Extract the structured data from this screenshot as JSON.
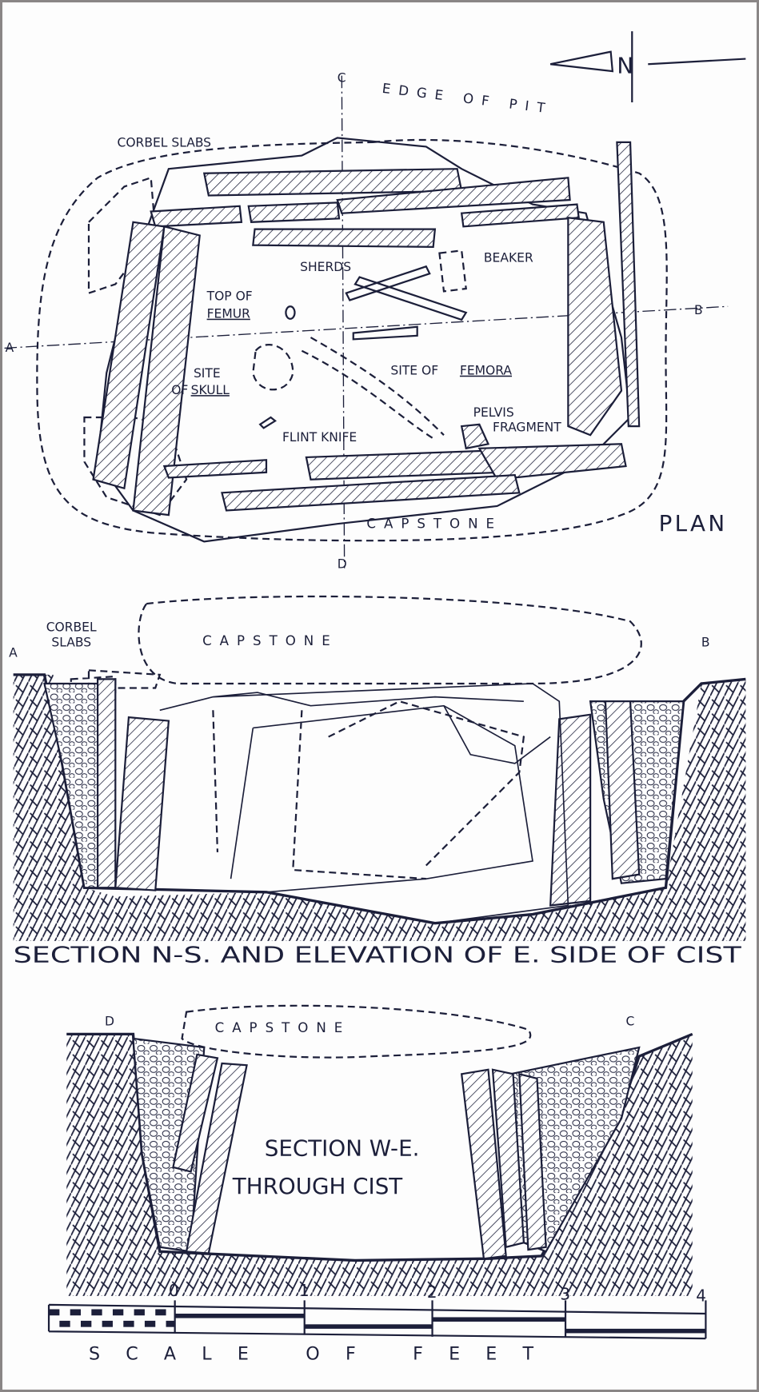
{
  "plan": {
    "title": "PLAN",
    "north": "N",
    "edge_of_pit": "EDGE OF PIT",
    "axis_a": "A",
    "axis_b": "B",
    "axis_c": "C",
    "axis_d": "D",
    "labels": {
      "corbel_slabs": "CORBEL SLABS",
      "sherds": "SHERDS",
      "top_of": "TOP OF",
      "femur": "FEMUR",
      "beaker": "BEAKER",
      "site": "SITE",
      "of": "OF",
      "skull": "SKULL",
      "site_of": "SITE OF",
      "femora": "FEMORA",
      "flint_knife": "FLINT KNIFE",
      "pelvis": "PELVIS",
      "fragment": "FRAGMENT",
      "capstone": "CAPSTONE"
    }
  },
  "section_ns": {
    "title": "SECTION N-S. AND ELEVATION OF E. SIDE OF CIST",
    "corbel": "CORBEL",
    "slabs": "SLABS",
    "capstone": "CAPSTONE",
    "axis_a": "A",
    "axis_b": "B"
  },
  "section_we": {
    "title_line1": "SECTION W-E.",
    "title_line2": "THROUGH CIST",
    "capstone": "CAPSTONE",
    "axis_d": "D",
    "axis_c": "C"
  },
  "scale": {
    "title": "SCALE OF FEET",
    "ticks": [
      "0",
      "1",
      "2",
      "3",
      "4"
    ]
  }
}
